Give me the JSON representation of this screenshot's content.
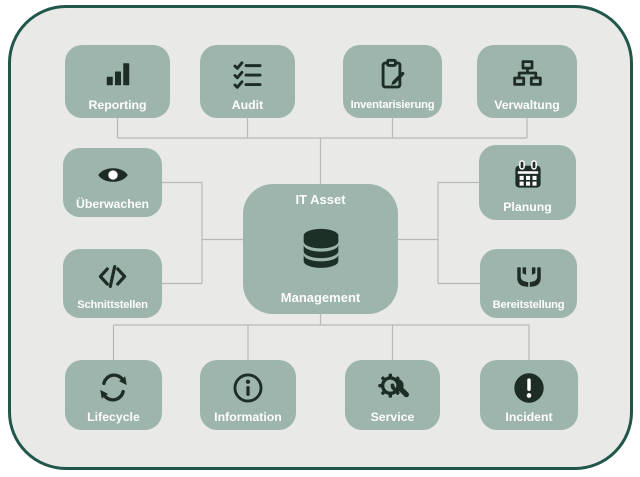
{
  "palette": {
    "outer_background": "#ffffff",
    "frame_border": "#20574a",
    "inner_background": "#e9e9e7",
    "node_fill": "#9db5ac",
    "icon_color": "#1d2c24",
    "label_color": "#fdfdfd",
    "connector_color": "#b8b8b6"
  },
  "center_node": {
    "line1": "IT Asset",
    "line2": "Management",
    "icon": "database-icon"
  },
  "nodes": [
    {
      "id": "reporting",
      "label": "Reporting",
      "icon": "bar-chart-icon"
    },
    {
      "id": "audit",
      "label": "Audit",
      "icon": "checklist-icon"
    },
    {
      "id": "inventarisierung",
      "label": "Inventarisierung",
      "icon": "clipboard-pencil-icon"
    },
    {
      "id": "verwaltung",
      "label": "Verwaltung",
      "icon": "org-chart-icon"
    },
    {
      "id": "ueberwachen",
      "label": "Überwachen",
      "icon": "eye-icon"
    },
    {
      "id": "planung",
      "label": "Planung",
      "icon": "calendar-icon"
    },
    {
      "id": "schnittstellen",
      "label": "Schnittstellen",
      "icon": "code-icon"
    },
    {
      "id": "bereitstellung",
      "label": "Bereitstellung",
      "icon": "open-hands-icon"
    },
    {
      "id": "lifecycle",
      "label": "Lifecycle",
      "icon": "sync-arrows-icon"
    },
    {
      "id": "information",
      "label": "Information",
      "icon": "info-circle-icon"
    },
    {
      "id": "service",
      "label": "Service",
      "icon": "gear-wrench-icon"
    },
    {
      "id": "incident",
      "label": "Incident",
      "icon": "exclamation-circle-icon"
    }
  ]
}
